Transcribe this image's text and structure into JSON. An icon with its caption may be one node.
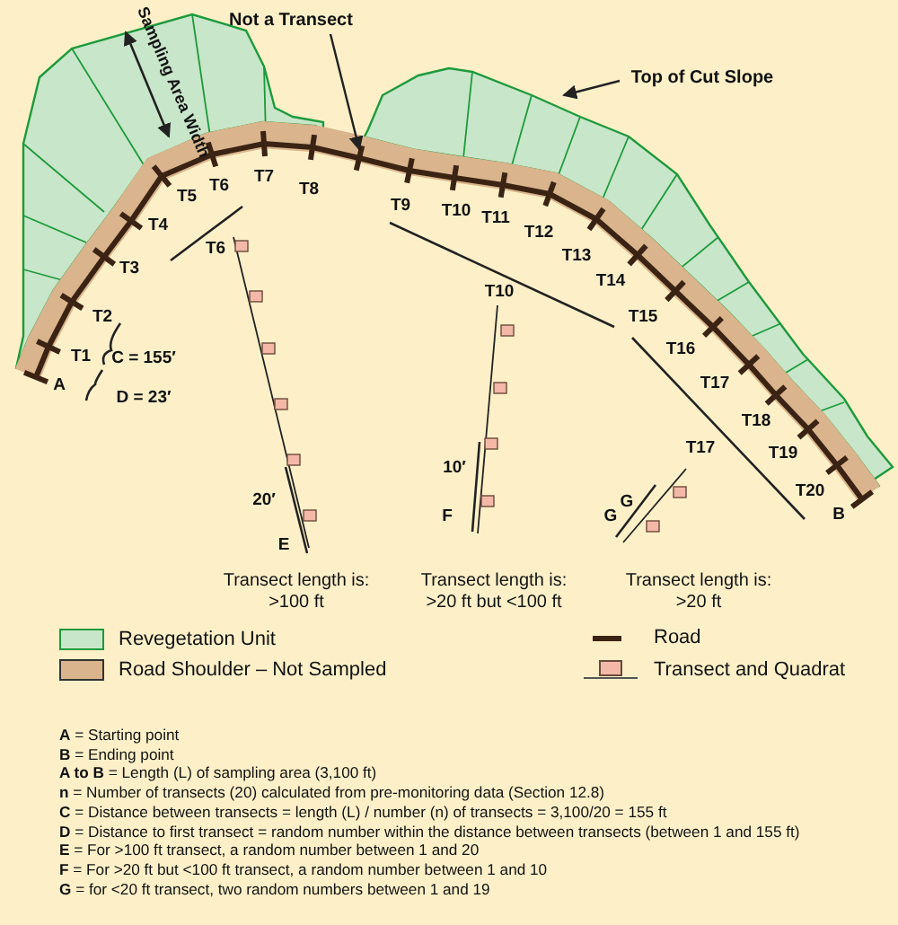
{
  "diagram": {
    "nodes": [
      {
        "text": [
          "Not a Transect"
        ]
      },
      {
        "text": [
          "Top of Cut Slope"
        ]
      }
    ],
    "edges": [
      {
        "from": 0,
        "to": null,
        "arrow": "to"
      },
      {
        "from": 1,
        "to": null,
        "arrow": "to"
      }
    ],
    "labels": [
      "Sampling Area Width",
      "T1",
      "T2",
      "T3",
      "T4",
      "T5",
      "T6",
      "T7",
      "T8",
      "T9",
      "T10",
      "T11",
      "T12",
      "T13",
      "T14",
      "T15",
      "T16",
      "T17",
      "T18",
      "T19",
      "T20",
      "T6",
      "T10",
      "T17",
      "A",
      "B",
      "C = 155′",
      "D = 23′",
      "20′",
      "E",
      "10′",
      "F",
      "G",
      "G",
      "Transect length is: >100 ft",
      "Transect length is: >20 ft but <100 ft",
      "Transect length is: >20 ft",
      "**A** = Starting point",
      "**B** = Ending point",
      "**A to B** = Length (L) of sampling area (3,100 ft)",
      "**n** = Number of transects (20) calculated from pre-monitoring data (Section 12.8)",
      "**C** = Distance between transects = length (L) / number (n) of transects = 3,100/20 = 155 ft",
      "**D** = Distance to first transect = random number within the distance between transects (between 1 and 155 ft)",
      "**E** = For >100 ft transect, a random number between 1 and 20",
      "**F** = For >20 ft but <100 ft transect, a random number between 1 and 10",
      "**G** = for <20 ft transect, two random numbers between 1 and 19"
    ],
    "legend": [
      {
        "text": "Revegetation Unit",
        "color": "#c8e6c9"
      },
      {
        "text": "Road Shoulder – Not Sampled",
        "color": "#d9b48c"
      },
      {
        "text": "Road"
      },
      {
        "text": "Transect and Quadrat"
      }
    ]
  }
}
